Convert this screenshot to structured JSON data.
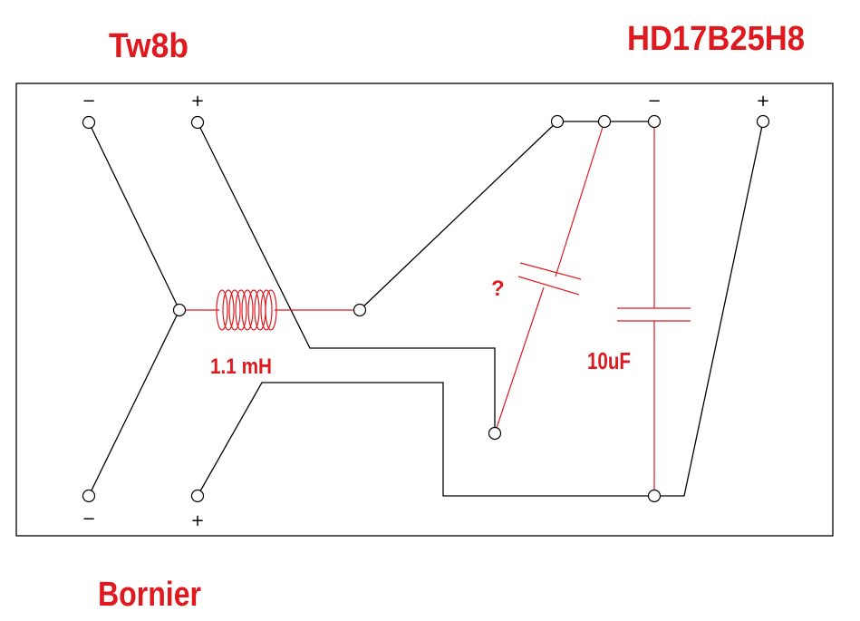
{
  "labels": {
    "tweeter": "Tw8b",
    "woofer": "HD17B25H8",
    "terminal_block": "Bornier",
    "inductor_value": "1.1 mH",
    "capacitor_unknown": "?",
    "capacitor_value": "10uF"
  },
  "terminals": {
    "tw_minus": "−",
    "tw_plus": "+",
    "hd_minus": "−",
    "hd_plus": "+",
    "born_minus": "−",
    "born_plus": "+"
  },
  "colors": {
    "accent": "#e0191f",
    "wire": "#000000",
    "background": "#ffffff"
  }
}
